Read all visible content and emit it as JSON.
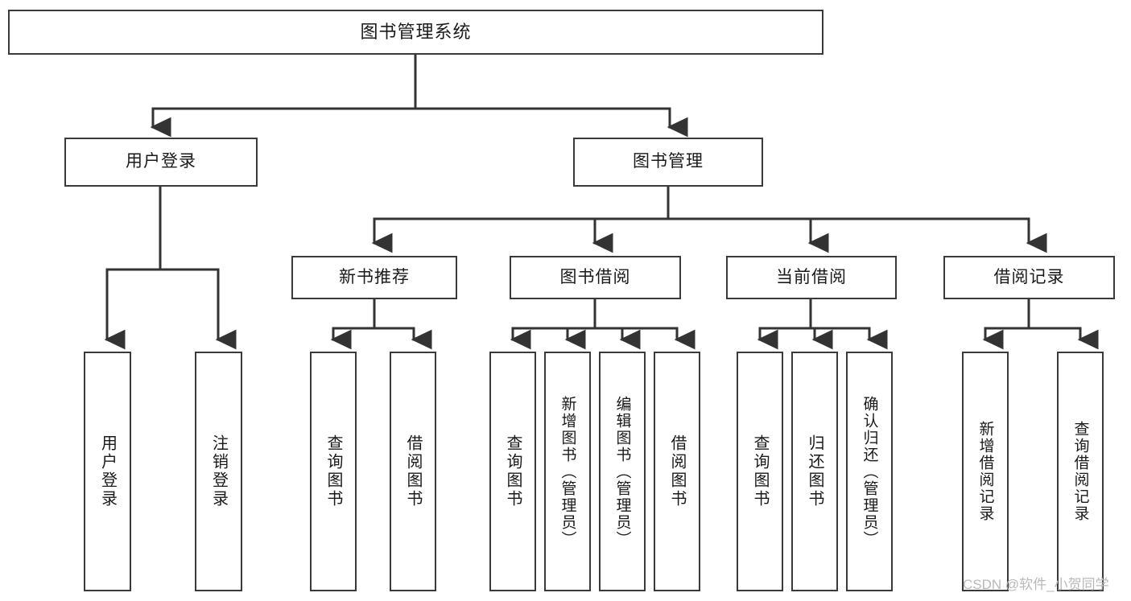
{
  "diagram": {
    "type": "tree-hierarchy",
    "title": "图书管理系统",
    "root": {
      "id": "root",
      "label": "图书管理系统"
    },
    "level2": [
      {
        "id": "user-login",
        "label": "用户登录"
      },
      {
        "id": "book-manage",
        "label": "图书管理"
      }
    ],
    "level3": [
      {
        "id": "new-book-rec",
        "label": "新书推荐",
        "parent": "book-manage"
      },
      {
        "id": "book-borrow",
        "label": "图书借阅",
        "parent": "book-manage"
      },
      {
        "id": "current-borrow",
        "label": "当前借阅",
        "parent": "book-manage"
      },
      {
        "id": "borrow-record",
        "label": "借阅记录",
        "parent": "book-manage"
      }
    ],
    "leaves": [
      {
        "id": "leaf-user-login",
        "label": "用户登录",
        "parent": "user-login"
      },
      {
        "id": "leaf-logout",
        "label": "注销登录",
        "parent": "user-login"
      },
      {
        "id": "leaf-query-book-1",
        "label": "查询图书",
        "parent": "new-book-rec"
      },
      {
        "id": "leaf-borrow-book-1",
        "label": "借阅图书",
        "parent": "new-book-rec"
      },
      {
        "id": "leaf-query-book-2",
        "label": "查询图书",
        "parent": "book-borrow"
      },
      {
        "id": "leaf-add-book",
        "label": "新增图书（管理员）",
        "parent": "book-borrow"
      },
      {
        "id": "leaf-edit-book",
        "label": "编辑图书（管理员）",
        "parent": "book-borrow"
      },
      {
        "id": "leaf-borrow-book-2",
        "label": "借阅图书",
        "parent": "book-borrow"
      },
      {
        "id": "leaf-query-book-3",
        "label": "查询图书",
        "parent": "current-borrow"
      },
      {
        "id": "leaf-return-book",
        "label": "归还图书",
        "parent": "current-borrow"
      },
      {
        "id": "leaf-confirm-return",
        "label": "确认归还（管理员）",
        "parent": "current-borrow"
      },
      {
        "id": "leaf-add-record",
        "label": "新增借阅记录",
        "parent": "borrow-record"
      },
      {
        "id": "leaf-query-record",
        "label": "查询借阅记录",
        "parent": "borrow-record"
      }
    ],
    "colors": {
      "box_border": "#3a3a3a",
      "connector": "#333333",
      "background": "#ffffff",
      "text": "#1a1a1a",
      "watermark": "#b9b9b9"
    }
  },
  "watermark": {
    "text": "CSDN @软件_小贺同学"
  }
}
